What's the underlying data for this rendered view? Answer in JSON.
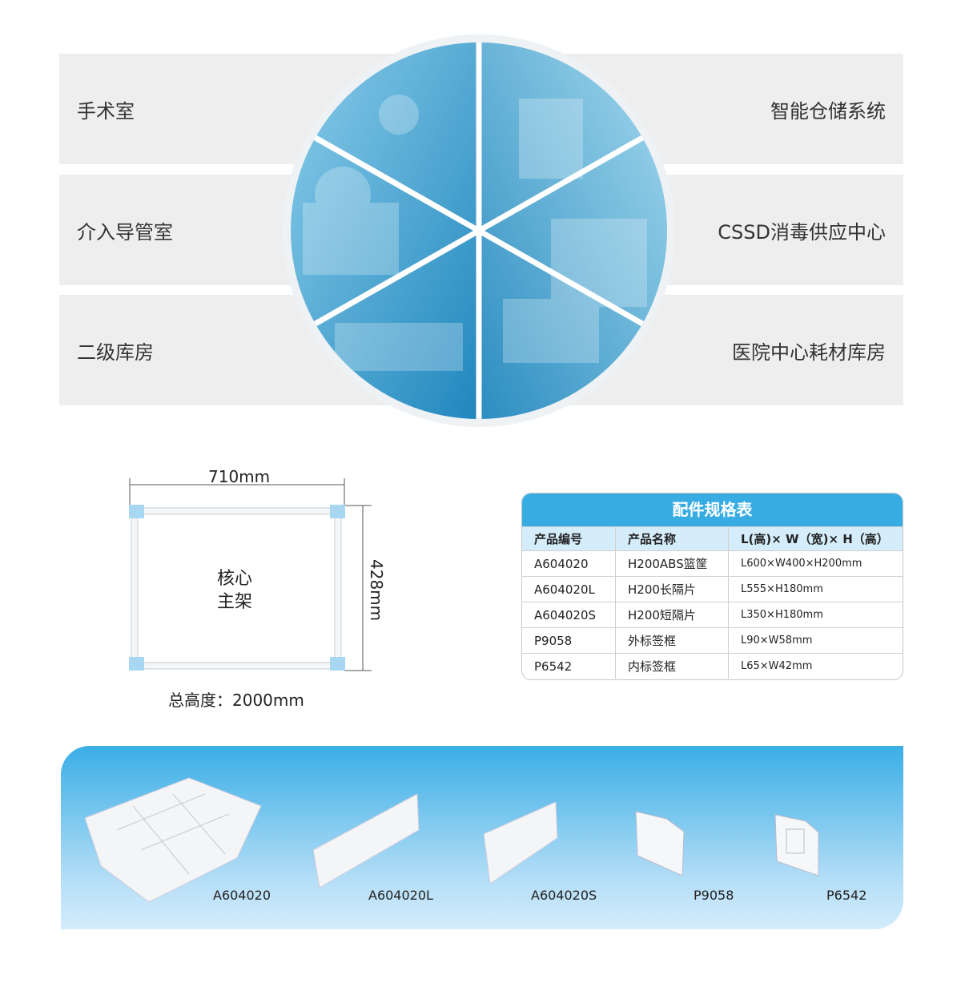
{
  "scenes": {
    "left": [
      "手术室",
      "介入导管室",
      "二级库房"
    ],
    "right": [
      "智能仓储系统",
      "CSSD消毒供应中心",
      "医院中心耗材库房"
    ]
  },
  "frame": {
    "width_label": "710mm",
    "depth_label": "428mm",
    "center_label_1": "核心",
    "center_label_2": "主架",
    "height_label": "总高度：2000mm"
  },
  "spec_table": {
    "title": "配件规格表",
    "headers": [
      "产品编号",
      "产品名称",
      "L(高)× W（宽)× H（高）"
    ],
    "rows": [
      [
        "A604020",
        "H200ABS篮筐",
        "L600×W400×H200mm"
      ],
      [
        "A604020L",
        "H200长隔片",
        "L555×H180mm"
      ],
      [
        "A604020S",
        "H200短隔片",
        "L350×H180mm"
      ],
      [
        "P9058",
        "外标签框",
        "L90×W58mm"
      ],
      [
        "P6542",
        "内标签框",
        "L65×W42mm"
      ]
    ]
  },
  "products": [
    "A604020",
    "A604020L",
    "A604020S",
    "P9058",
    "P6542"
  ]
}
